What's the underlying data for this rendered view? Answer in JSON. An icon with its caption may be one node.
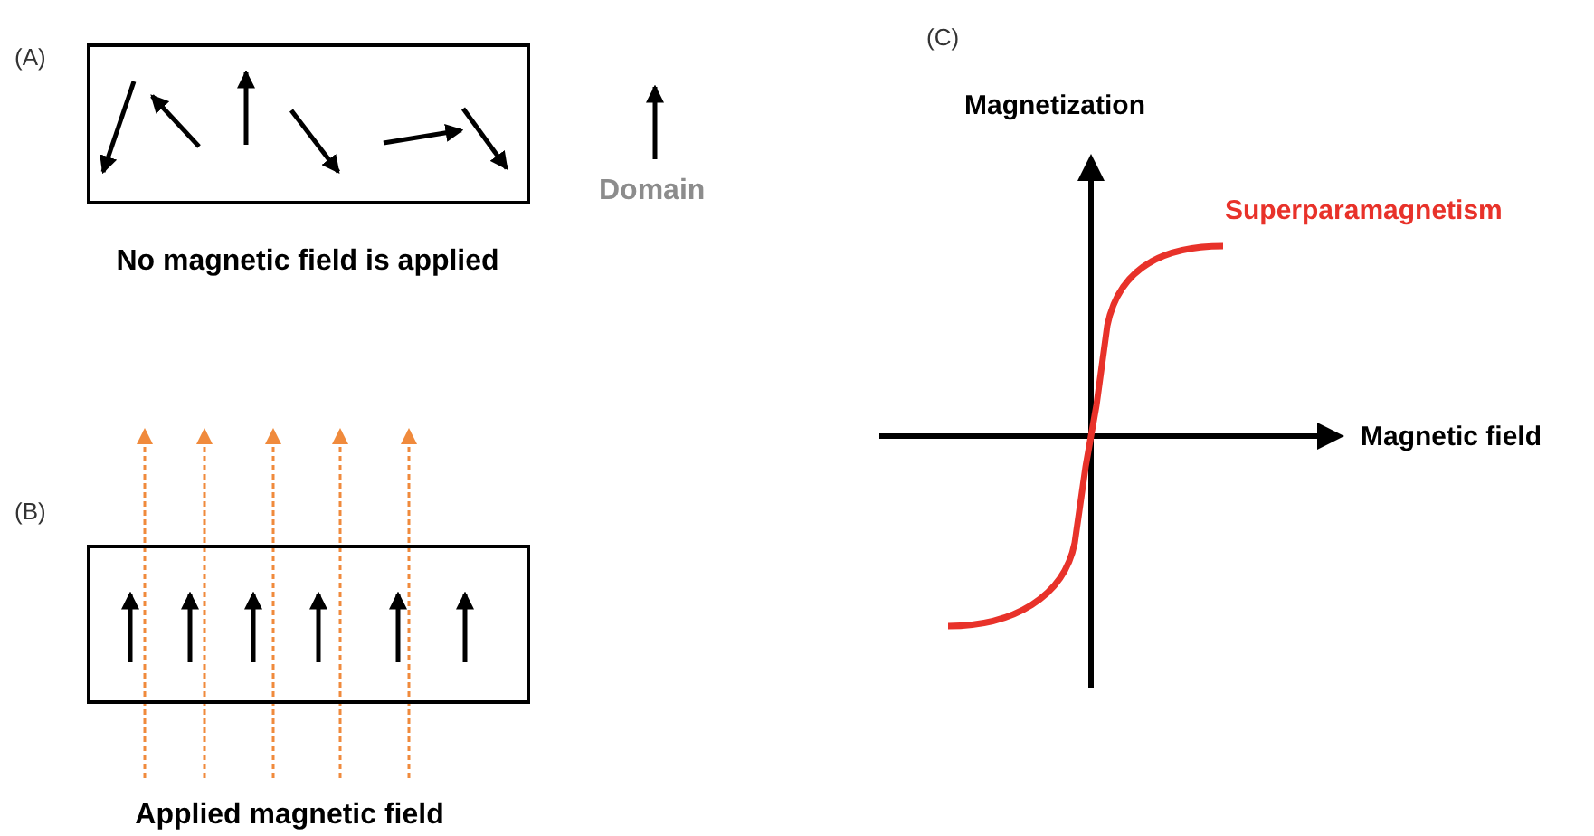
{
  "diagram": {
    "nodes": [
      {
        "text": [],
        "shape": "box",
        "beside": [
          "No magnetic field is applied"
        ]
      },
      {
        "text": [],
        "shape": "box",
        "beside": [
          "Applied magnetic field"
        ]
      }
    ],
    "labels": [
      "(A)",
      "Domain",
      "(B)",
      "(C)",
      "Magnetization",
      "Superparamagnetism",
      "Magnetic field"
    ]
  }
}
